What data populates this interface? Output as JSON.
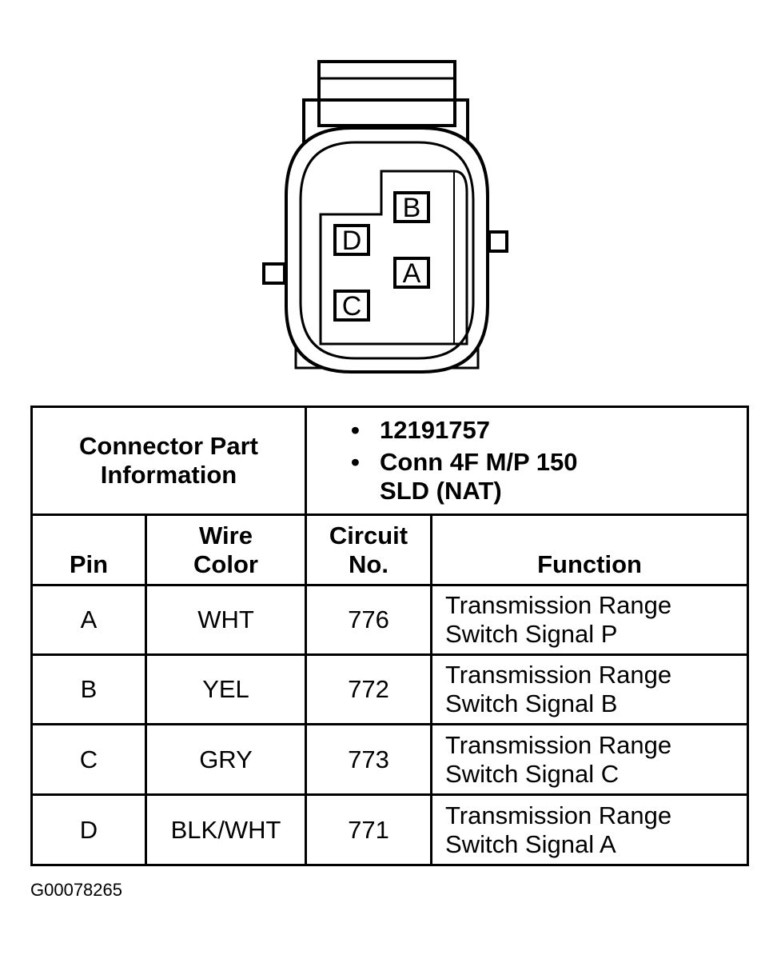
{
  "connector": {
    "pins": [
      "A",
      "B",
      "C",
      "D"
    ]
  },
  "part_info": {
    "label_line1": "Connector Part",
    "label_line2": "Information",
    "bullet": "•",
    "part_number": "12191757",
    "description_line1": "Conn 4F M/P 150",
    "description_line2": "SLD (NAT)"
  },
  "headers": {
    "pin": "Pin",
    "wire_color_line1": "Wire",
    "wire_color_line2": "Color",
    "circuit_line1": "Circuit",
    "circuit_line2": "No.",
    "function": "Function"
  },
  "rows": [
    {
      "pin": "A",
      "wire_color": "WHT",
      "circuit": "776",
      "function_line1": "Transmission Range",
      "function_line2": "Switch Signal P"
    },
    {
      "pin": "B",
      "wire_color": "YEL",
      "circuit": "772",
      "function_line1": "Transmission Range",
      "function_line2": "Switch Signal B"
    },
    {
      "pin": "C",
      "wire_color": "GRY",
      "circuit": "773",
      "function_line1": "Transmission Range",
      "function_line2": "Switch Signal C"
    },
    {
      "pin": "D",
      "wire_color": "BLK/WHT",
      "circuit": "771",
      "function_line1": "Transmission Range",
      "function_line2": "Switch Signal A"
    }
  ],
  "figure_id": "G00078265"
}
